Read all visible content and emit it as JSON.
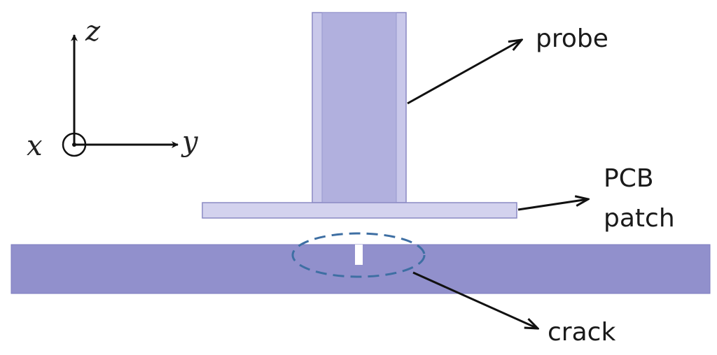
{
  "axes": {
    "z_label": "z",
    "y_label": "y",
    "x_label": "x"
  },
  "labels": {
    "probe": "probe",
    "pcb_line1": "PCB",
    "pcb_line2": "patch",
    "crack": "crack"
  },
  "colors": {
    "probe_fill": "#b1b0de",
    "probe_edge": "#c9c8ea",
    "outline": "#8a89c4",
    "pcb_fill": "#d3d2ee",
    "sample_fill": "#9190cc",
    "crack_ring": "#3e6fa3",
    "arrow": "#111111"
  }
}
